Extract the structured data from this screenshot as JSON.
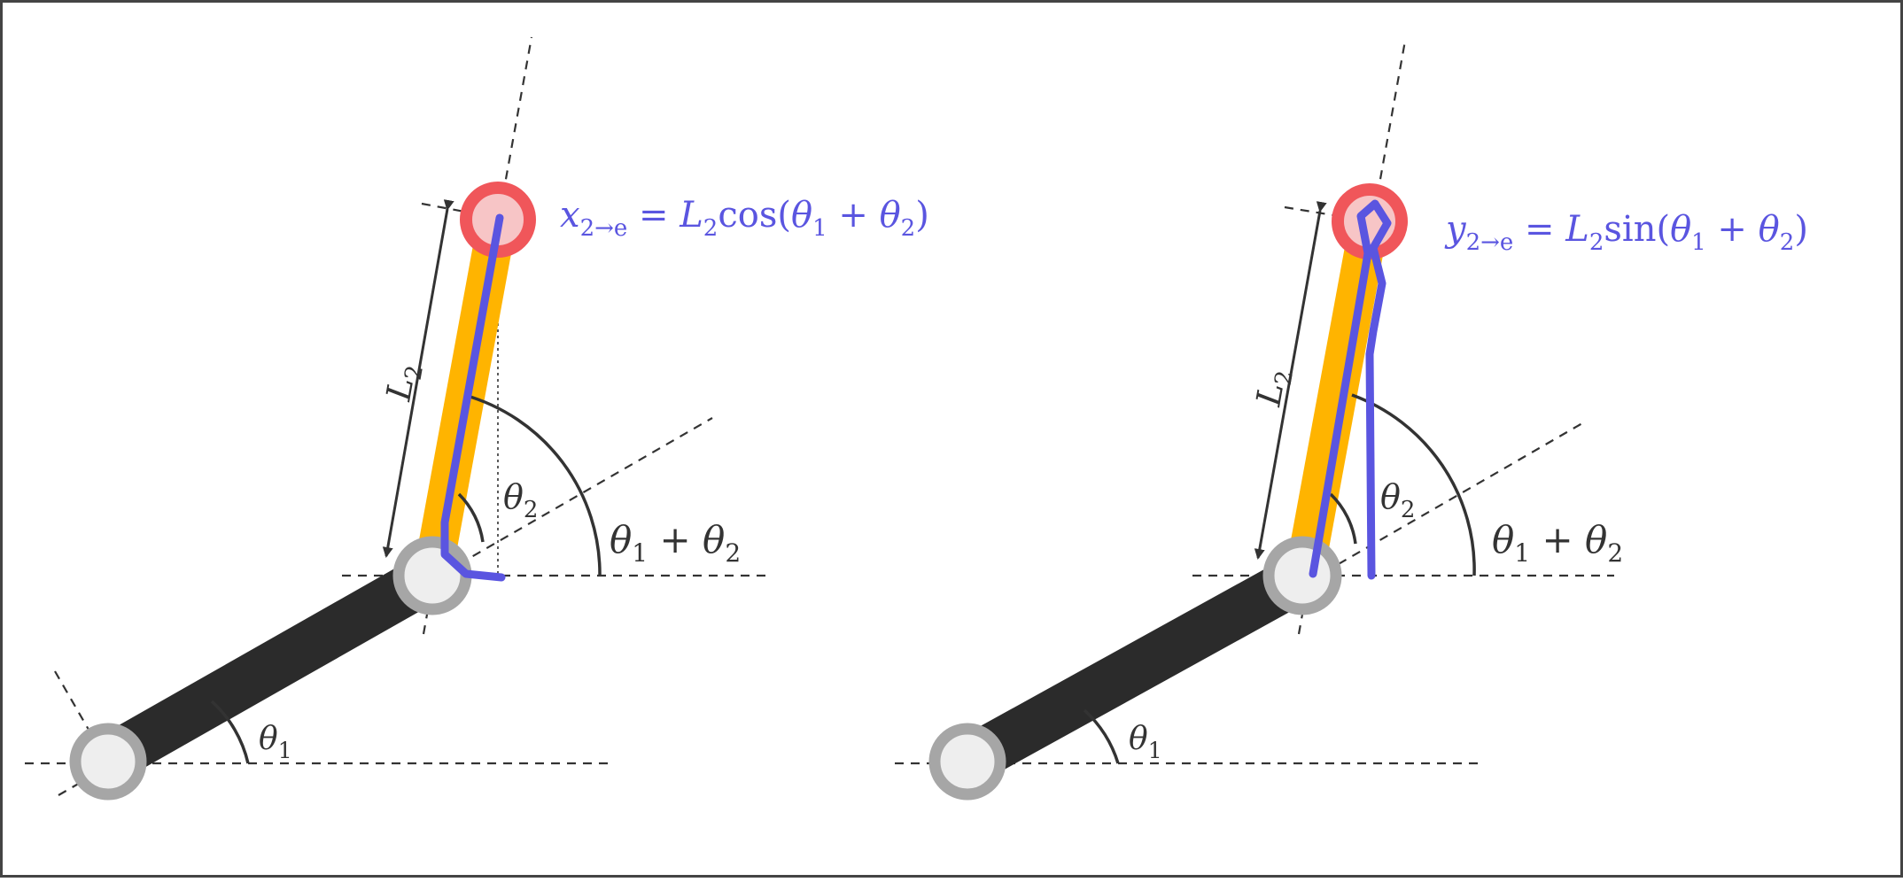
{
  "colors": {
    "link1": "#2b2b2b",
    "link2": "#ffb400",
    "joint_ring": "#a6a6a6",
    "joint_fill": "#eeeeee",
    "end_ring": "#f0565a",
    "end_fill": "#f7c5c6",
    "trace": "#5a55e0",
    "label_blue": "#5a55e0",
    "label_dark": "#333333",
    "frame": "#444444"
  },
  "left_panel": {
    "formula_var": "x",
    "formula_sub": "2→e",
    "formula_eq": " = ",
    "formula_L": "L",
    "formula_L_sub": "2",
    "formula_fn": "cos(",
    "formula_th1": "θ",
    "formula_th1_sub": "1",
    "formula_plus": " + ",
    "formula_th2": "θ",
    "formula_th2_sub": "2",
    "formula_close": ")"
  },
  "right_panel": {
    "formula_var": "y",
    "formula_sub": "2→e",
    "formula_eq": " = ",
    "formula_L": "L",
    "formula_L_sub": "2",
    "formula_fn": "sin(",
    "formula_th1": "θ",
    "formula_th1_sub": "1",
    "formula_plus": " + ",
    "formula_th2": "θ",
    "formula_th2_sub": "2",
    "formula_close": ")"
  },
  "labels": {
    "L": "L",
    "L_sub": "2",
    "theta": "θ",
    "sub1": "1",
    "sub2": "2",
    "plus": " + "
  }
}
